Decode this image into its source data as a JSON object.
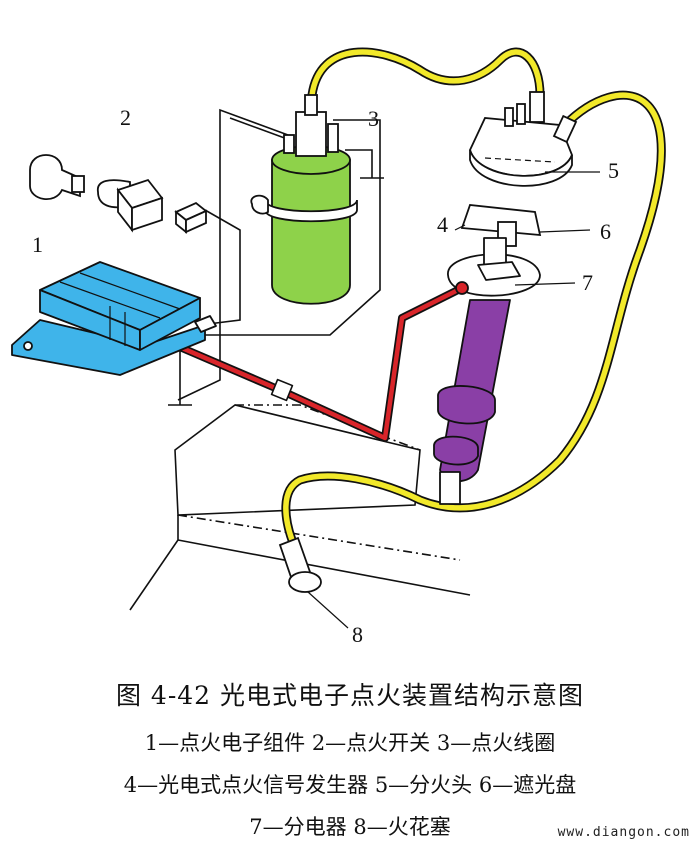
{
  "figure": {
    "title": "图 4-42   光电式电子点火装置结构示意图",
    "legend_lines": [
      "1—点火电子组件    2—点火开关    3—点火线圈",
      "4—光电式点火信号发生器    5—分火头    6—遮光盘",
      "7—分电器    8—火花塞"
    ]
  },
  "labels": {
    "n1": "1",
    "n2": "2",
    "n3": "3",
    "n4": "4",
    "n5": "5",
    "n6": "6",
    "n7": "7",
    "n8": "8"
  },
  "colors": {
    "hv_wire": "#f2e92a",
    "signal_wire": "#d9252a",
    "coil": "#8ed24a",
    "module": "#3fb4ea",
    "distributor": "#8a3fa6",
    "outline": "#111111"
  },
  "watermark": "www.diangon.com"
}
